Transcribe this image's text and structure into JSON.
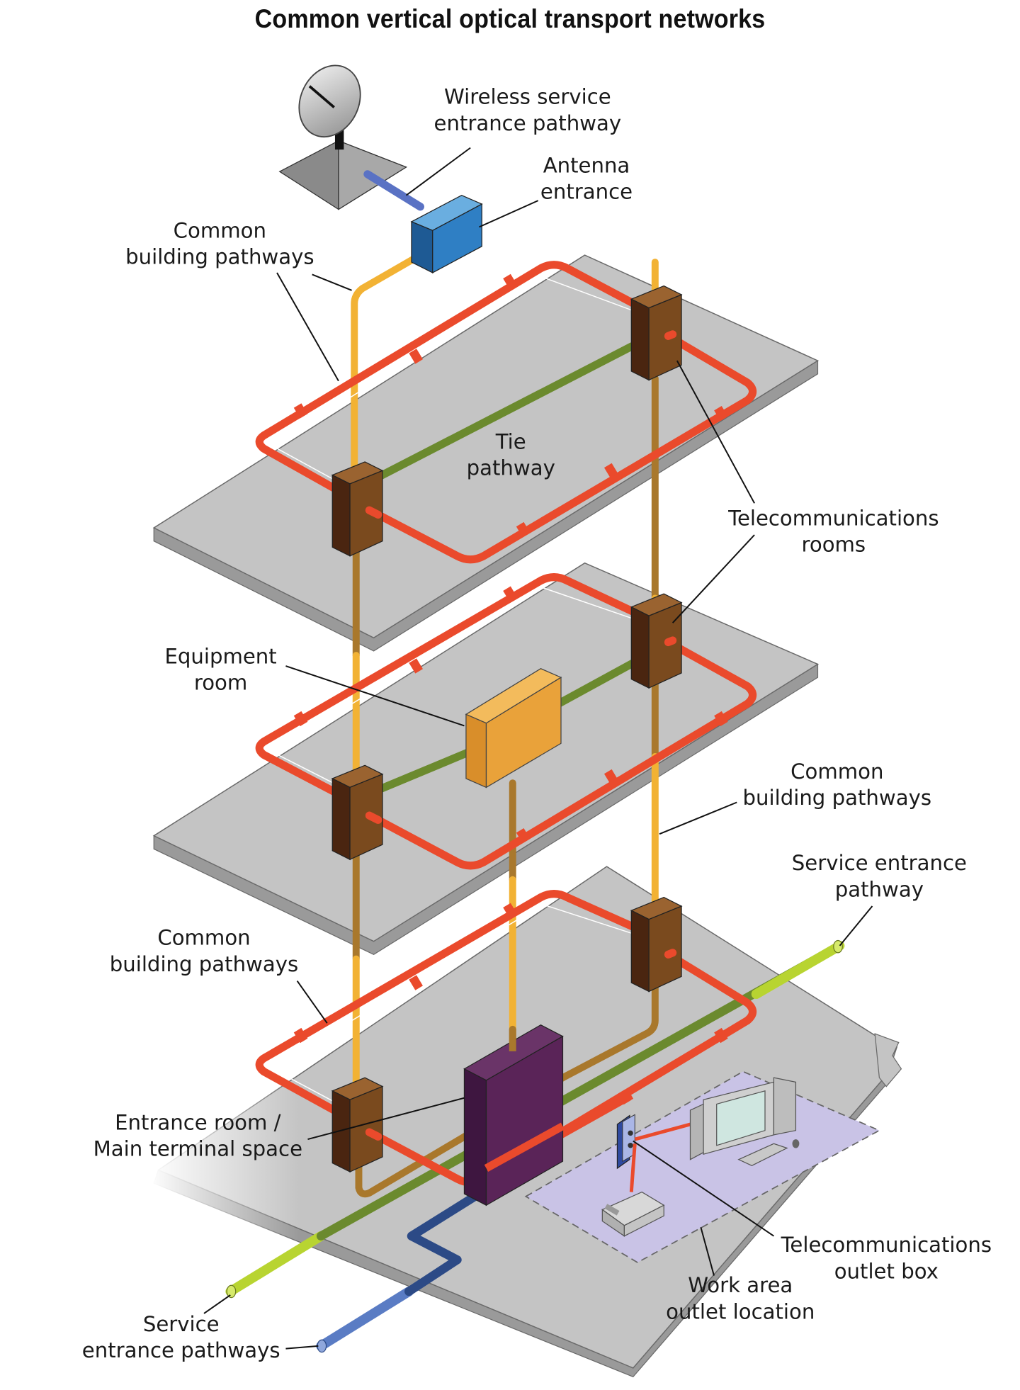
{
  "title": "Common vertical optical transport networks",
  "labels": {
    "wireless_service_entrance": [
      "Wireless service",
      "entrance pathway"
    ],
    "antenna_entrance": [
      "Antenna",
      "entrance"
    ],
    "common_building_top": [
      "Common",
      "building pathways"
    ],
    "tie_pathway": [
      "Tie",
      "pathway"
    ],
    "telecommunications_rooms": [
      "Telecommunications",
      "rooms"
    ],
    "equipment_room": [
      "Equipment",
      "room"
    ],
    "common_building_right": [
      "Common",
      "building pathways"
    ],
    "service_entrance_right": [
      "Service entrance",
      "pathway"
    ],
    "common_building_left": [
      "Common",
      "building pathways"
    ],
    "entrance_room": [
      "Entrance room /",
      "Main terminal space"
    ],
    "telecom_outlet_box": [
      "Telecommunications",
      "outlet box"
    ],
    "work_area": [
      "Work area",
      "outlet location"
    ],
    "service_entrance_left": [
      "Service",
      "entrance pathways"
    ]
  },
  "colors": {
    "horizontal_ring": "#ea4a2c",
    "tie_pathway": "#6b8a2e",
    "riser": "#f2b234",
    "telecom_room": "#7a4a1e",
    "equipment_room": "#e9a23a",
    "entrance_room": "#5a2458",
    "antenna_entrance": "#2f7fc4",
    "service_entrance_green": "#b8d431",
    "service_entrance_blue": "#5a7cc4",
    "work_area": "#c9c3e6",
    "floor": "#c4c4c4"
  }
}
